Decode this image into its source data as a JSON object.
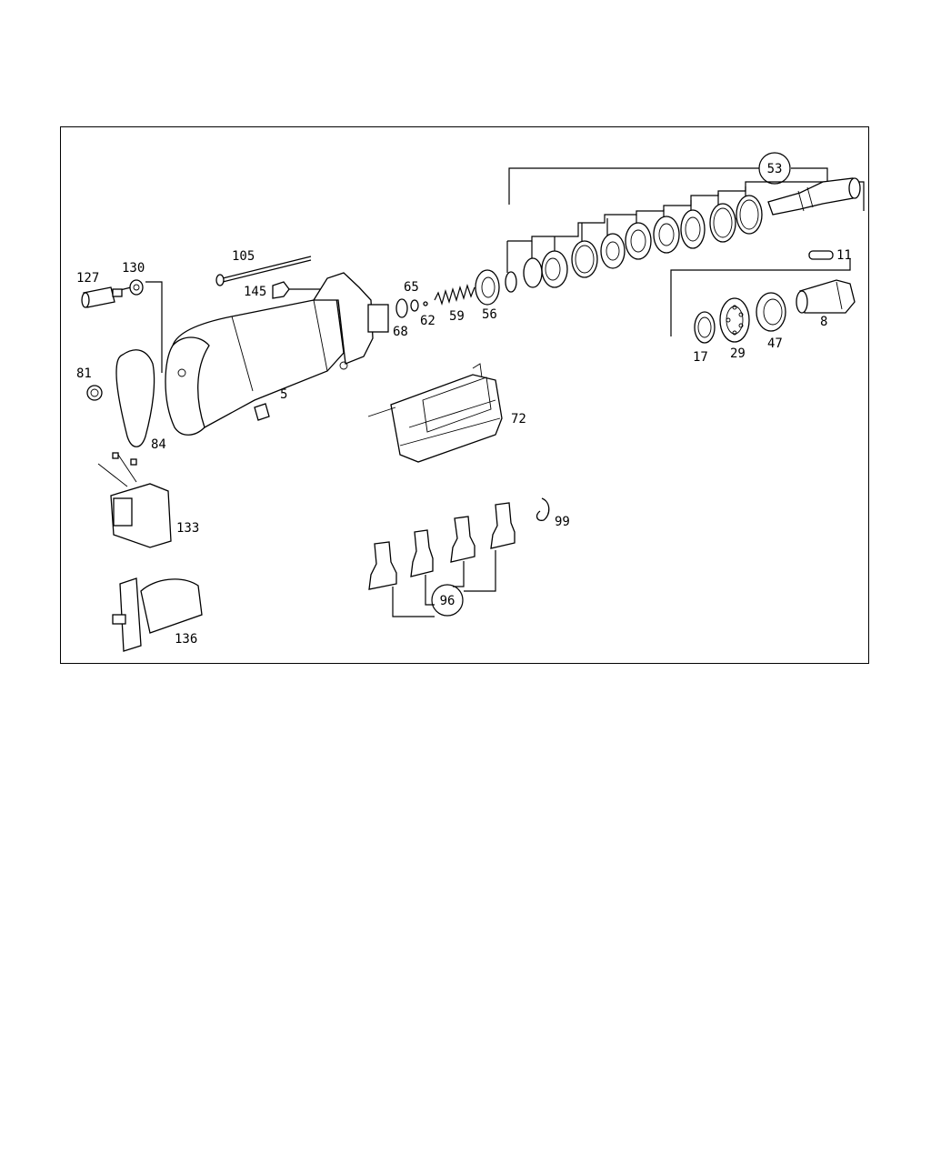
{
  "diagram": {
    "callouts": {
      "c53": "53",
      "c11": "11",
      "c8": "8",
      "c17": "17",
      "c29": "29",
      "c47": "47",
      "c105": "105",
      "c127": "127",
      "c130": "130",
      "c145": "145",
      "c65": "65",
      "c62": "62",
      "c59": "59",
      "c56": "56",
      "c68": "68",
      "c5": "5",
      "c81": "81",
      "c84": "84",
      "c72": "72",
      "c133": "133",
      "c99": "99",
      "c96": "96",
      "c136": "136"
    }
  }
}
